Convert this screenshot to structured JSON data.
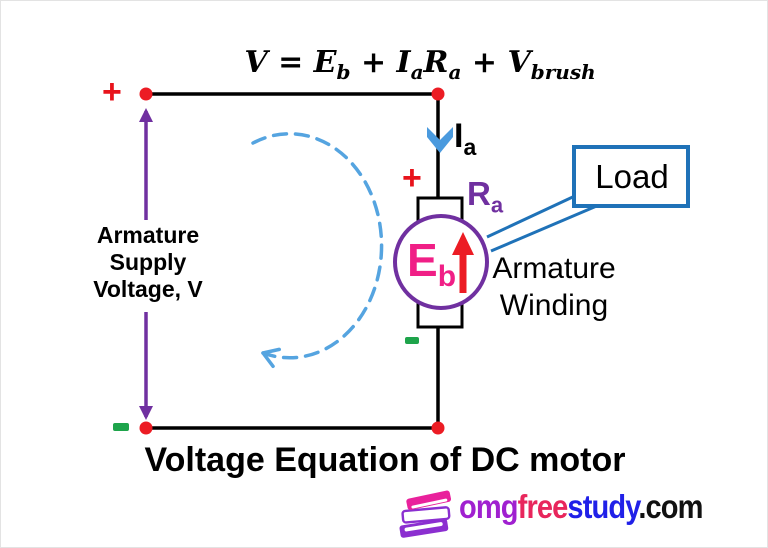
{
  "title": "Voltage Equation of DC motor",
  "equation": {
    "p1": "V = E",
    "s1": "b",
    "p2": " + I",
    "s2": "a",
    "p3": "R",
    "s3": "a",
    "p4": " + V",
    "s4": "brush"
  },
  "supply": {
    "positive": "+",
    "negative": "−",
    "label_line1": "Armature",
    "label_line2": "Supply",
    "label_line3": "Voltage, V"
  },
  "armature": {
    "positive": "+",
    "negative": "−",
    "current_symbol": "I",
    "current_sub": "a",
    "resistance_symbol": "R",
    "resistance_sub": "a",
    "emf_symbol": "E",
    "emf_sub": "b",
    "winding_line1": "Armature",
    "winding_line2": "Winding"
  },
  "load": {
    "label": "Load"
  },
  "logo": {
    "omg": "omg",
    "free": "free",
    "study": "study",
    "com": ".com"
  },
  "colors": {
    "wire": "#000000",
    "junction": "#ec1c24",
    "positive": "#e8131b",
    "negative": "#1ea44b",
    "supply_arrow": "#7030a0",
    "armature_circle": "#7030a0",
    "resistance_label": "#7030a0",
    "back_emf": "#f01f86",
    "emf_arrow": "#ec1c24",
    "current_arrow": "#4a9ade",
    "rotation_arrow": "#55a4e0",
    "load_box": "#1f72b8",
    "logo_omg": "#a020d0",
    "logo_free": "#e8265c",
    "logo_study": "#2020e8",
    "logo_com": "#111111"
  }
}
